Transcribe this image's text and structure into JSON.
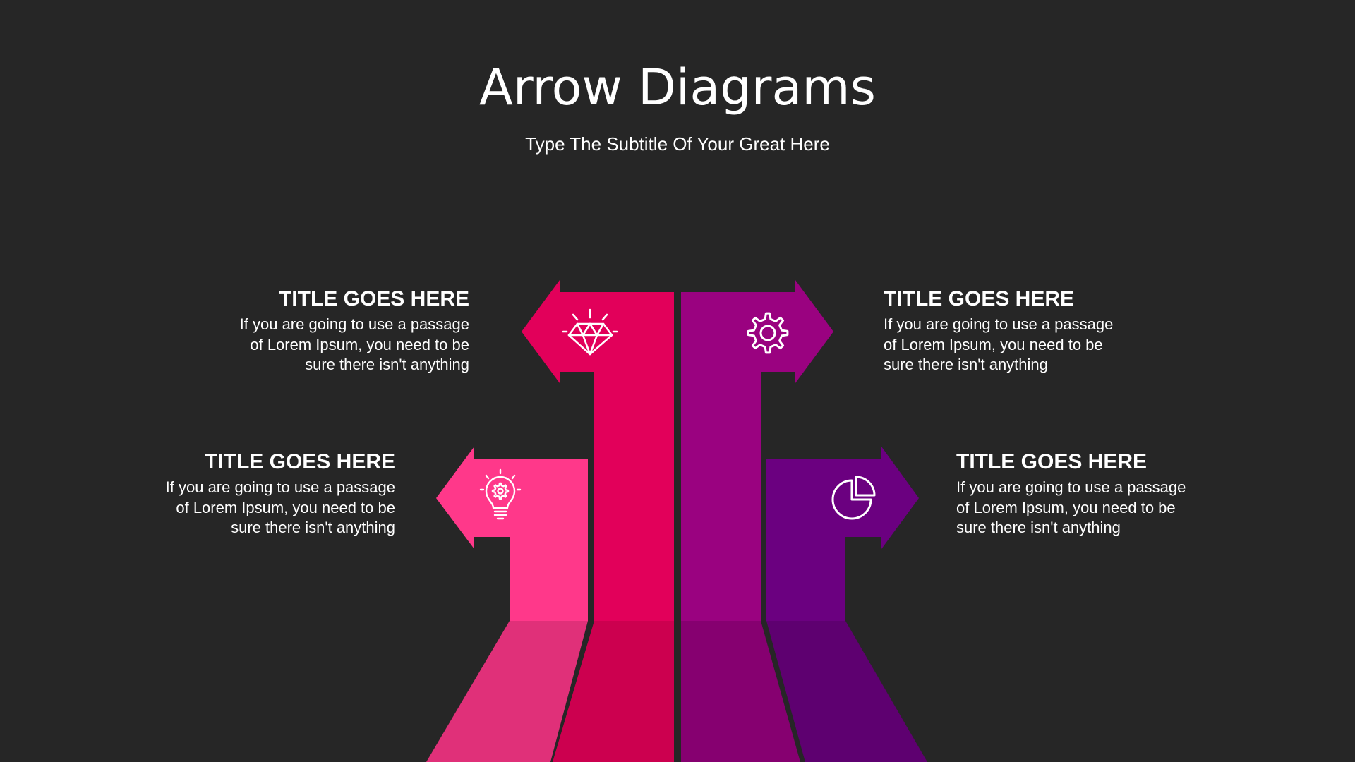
{
  "header": {
    "title": "Arrow Diagrams",
    "subtitle": "Type The Subtitle Of Your Great Here"
  },
  "arrows": [
    {
      "id": "arrow-1",
      "color": "#e2005a",
      "shade_color": "#cc004f",
      "direction": "left",
      "icon": "diamond-icon",
      "title": "TITLE GOES HERE",
      "body_lines": [
        "If you are going to use a passage",
        "of Lorem Ipsum, you need to be",
        "sure there isn't anything"
      ]
    },
    {
      "id": "arrow-2",
      "color": "#ff388a",
      "shade_color": "#e03079",
      "direction": "left",
      "icon": "lightbulb-gear-icon",
      "title": "TITLE GOES HERE",
      "body_lines": [
        "If you are going to use a passage",
        "of Lorem Ipsum, you need to be",
        "sure there isn't anything"
      ]
    },
    {
      "id": "arrow-3",
      "color": "#9a0280",
      "shade_color": "#860070",
      "direction": "right",
      "icon": "gear-icon",
      "title": "TITLE GOES HERE",
      "body_lines": [
        "If you are going to use a passage",
        "of Lorem Ipsum, you need to be",
        "sure there isn't anything"
      ]
    },
    {
      "id": "arrow-4",
      "color": "#6b0080",
      "shade_color": "#5e0070",
      "direction": "right",
      "icon": "pie-chart-icon",
      "title": "TITLE GOES HERE",
      "body_lines": [
        "If you are going to use a passage",
        "of Lorem Ipsum, you need to be",
        "sure there isn't anything"
      ]
    }
  ]
}
